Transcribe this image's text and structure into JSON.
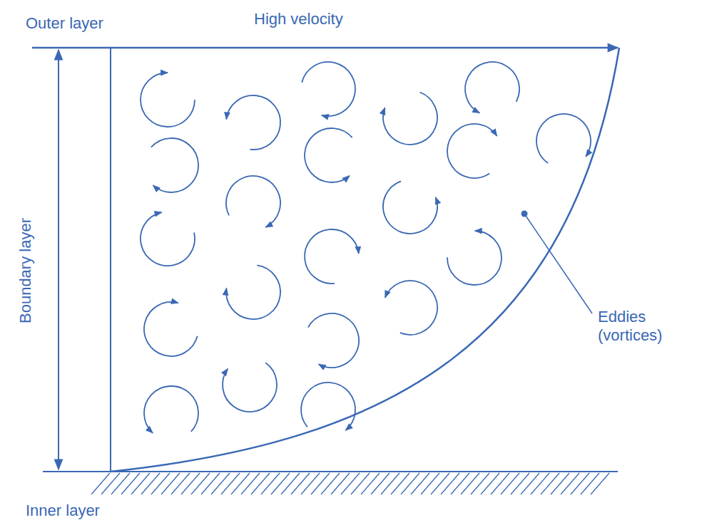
{
  "diagram": {
    "labels": [
      "Outer layer",
      "High velocity",
      "Boundary layer",
      "Eddies (vortices)",
      "Inner layer"
    ]
  }
}
